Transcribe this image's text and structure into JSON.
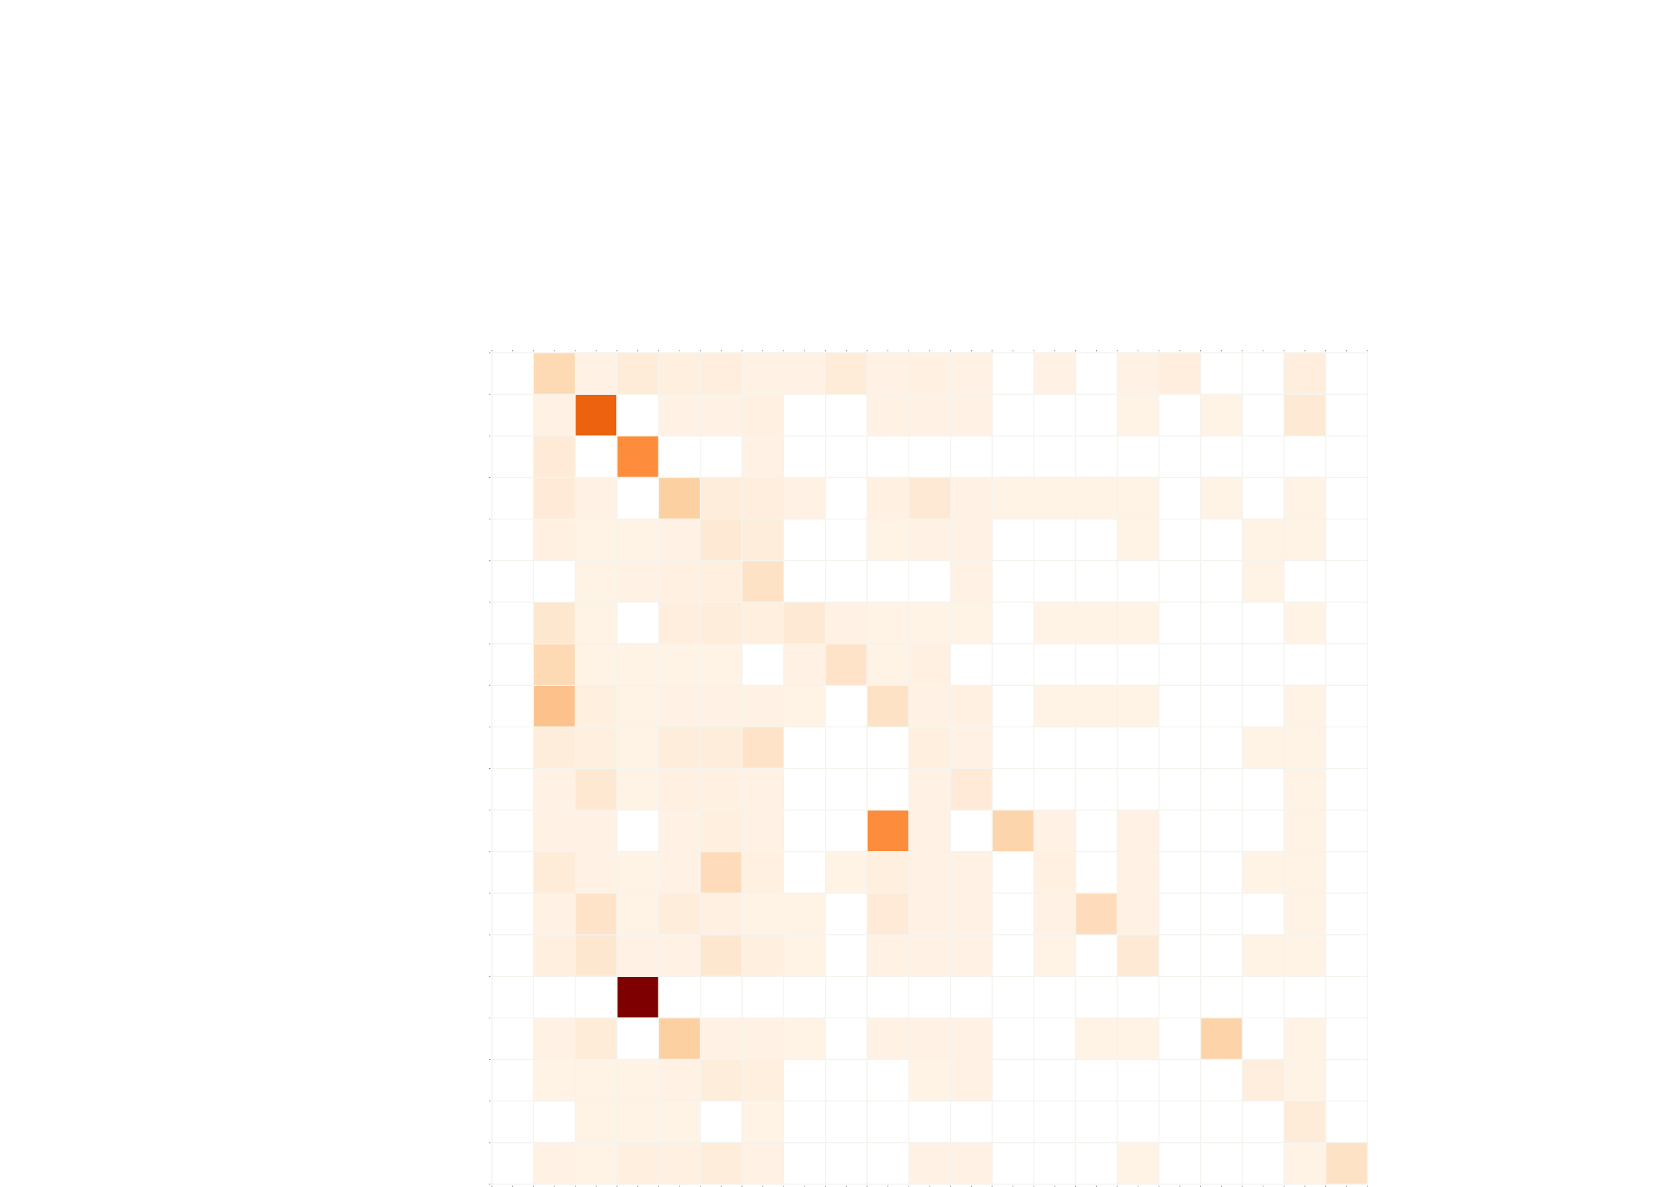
{
  "chart_data": {
    "type": "heatmap",
    "title": "",
    "xlabel": "",
    "ylabel": "",
    "x_categories": [],
    "y_categories": [],
    "colormap": {
      "name": "Oranges",
      "stops": [
        "#fff5eb",
        "#fee6ce",
        "#fdd0a2",
        "#fdae6b",
        "#fd8d3c",
        "#f16913",
        "#d94801",
        "#a63603",
        "#7f0000"
      ]
    },
    "value_range": [
      0,
      1
    ],
    "grid": true,
    "colorbar": false,
    "matrix": [
      [
        0,
        0.2,
        0.03,
        0.08,
        0.05,
        0.06,
        0.03,
        0.03,
        0.08,
        0.03,
        0.04,
        0.03,
        0,
        0.03,
        0,
        0.03,
        0.06,
        0,
        0,
        0.06,
        0
      ],
      [
        0,
        0.03,
        0.65,
        0,
        0.03,
        0.03,
        0.04,
        0,
        0,
        0.03,
        0.03,
        0.03,
        0,
        0,
        0,
        0.02,
        0,
        0.02,
        0,
        0.1,
        0
      ],
      [
        0,
        0.09,
        0,
        0.5,
        0,
        0,
        0.03,
        0,
        0,
        0,
        0,
        0,
        0,
        0,
        0,
        0,
        0,
        0,
        0,
        0,
        0
      ],
      [
        0,
        0.09,
        0.03,
        0,
        0.25,
        0.07,
        0.06,
        0.03,
        0,
        0.04,
        0.1,
        0.03,
        0.02,
        0.02,
        0.02,
        0.02,
        0,
        0.02,
        0,
        0.02,
        0
      ],
      [
        0,
        0.04,
        0.02,
        0.02,
        0.03,
        0.1,
        0.07,
        0,
        0,
        0.02,
        0.03,
        0.03,
        0,
        0,
        0,
        0.02,
        0,
        0,
        0.02,
        0.02,
        0
      ],
      [
        0,
        0,
        0.02,
        0.03,
        0.04,
        0.05,
        0.15,
        0,
        0,
        0,
        0,
        0.03,
        0,
        0,
        0,
        0,
        0,
        0,
        0.02,
        0,
        0
      ],
      [
        0,
        0.12,
        0.02,
        0,
        0.06,
        0.07,
        0.05,
        0.1,
        0.03,
        0.02,
        0.02,
        0.02,
        0,
        0.02,
        0.02,
        0.02,
        0,
        0,
        0,
        0.02,
        0
      ],
      [
        0,
        0.2,
        0.02,
        0.02,
        0.02,
        0.02,
        0,
        0.03,
        0.14,
        0.02,
        0.04,
        0,
        0,
        0,
        0,
        0,
        0,
        0,
        0,
        0,
        0
      ],
      [
        0,
        0.3,
        0.05,
        0.02,
        0.03,
        0.03,
        0.03,
        0.02,
        0,
        0.15,
        0.03,
        0.04,
        0,
        0.02,
        0.02,
        0.02,
        0,
        0,
        0,
        0.02,
        0
      ],
      [
        0,
        0.07,
        0.05,
        0.02,
        0.07,
        0.07,
        0.14,
        0,
        0,
        0,
        0.05,
        0.03,
        0,
        0,
        0,
        0,
        0,
        0,
        0.02,
        0.02,
        0
      ],
      [
        0,
        0.03,
        0.11,
        0.02,
        0.04,
        0.04,
        0.03,
        0,
        0,
        0,
        0.03,
        0.09,
        0,
        0,
        0,
        0,
        0,
        0,
        0,
        0.02,
        0
      ],
      [
        0,
        0.03,
        0.03,
        0,
        0.03,
        0.05,
        0.03,
        0,
        0,
        0.5,
        0.03,
        0,
        0.22,
        0.03,
        0,
        0.03,
        0,
        0,
        0,
        0.02,
        0
      ],
      [
        0,
        0.08,
        0.03,
        0.02,
        0.03,
        0.18,
        0.04,
        0,
        0.02,
        0.05,
        0.03,
        0.03,
        0,
        0.04,
        0,
        0.03,
        0,
        0,
        0.02,
        0.02,
        0
      ],
      [
        0,
        0.03,
        0.14,
        0.02,
        0.07,
        0.04,
        0.02,
        0.02,
        0,
        0.09,
        0.03,
        0.03,
        0,
        0.03,
        0.18,
        0.03,
        0,
        0,
        0,
        0.02,
        0
      ],
      [
        0,
        0.05,
        0.12,
        0.03,
        0.03,
        0.12,
        0.05,
        0.02,
        0,
        0.03,
        0.03,
        0.03,
        0,
        0.02,
        0,
        0.1,
        0,
        0,
        0.02,
        0.02,
        0
      ],
      [
        0,
        0,
        0,
        1.0,
        0,
        0,
        0,
        0,
        0,
        0,
        0,
        0,
        0,
        0,
        0,
        0,
        0,
        0,
        0,
        0,
        0
      ],
      [
        0,
        0.03,
        0.08,
        0,
        0.25,
        0.03,
        0.03,
        0.02,
        0,
        0.03,
        0.03,
        0.03,
        0,
        0,
        0.02,
        0.02,
        0,
        0.23,
        0,
        0.02,
        0
      ],
      [
        0,
        0.02,
        0.02,
        0.02,
        0.03,
        0.07,
        0.05,
        0,
        0,
        0,
        0.02,
        0.03,
        0,
        0,
        0,
        0,
        0,
        0,
        0.06,
        0.02,
        0
      ],
      [
        0,
        0,
        0.02,
        0.02,
        0.02,
        0,
        0.02,
        0,
        0,
        0,
        0,
        0,
        0,
        0,
        0,
        0,
        0,
        0,
        0,
        0.08,
        0
      ],
      [
        0,
        0.03,
        0.02,
        0.05,
        0.04,
        0.07,
        0.03,
        0,
        0,
        0,
        0.03,
        0.03,
        0,
        0,
        0,
        0.02,
        0,
        0,
        0,
        0.02,
        0.15
      ]
    ]
  }
}
